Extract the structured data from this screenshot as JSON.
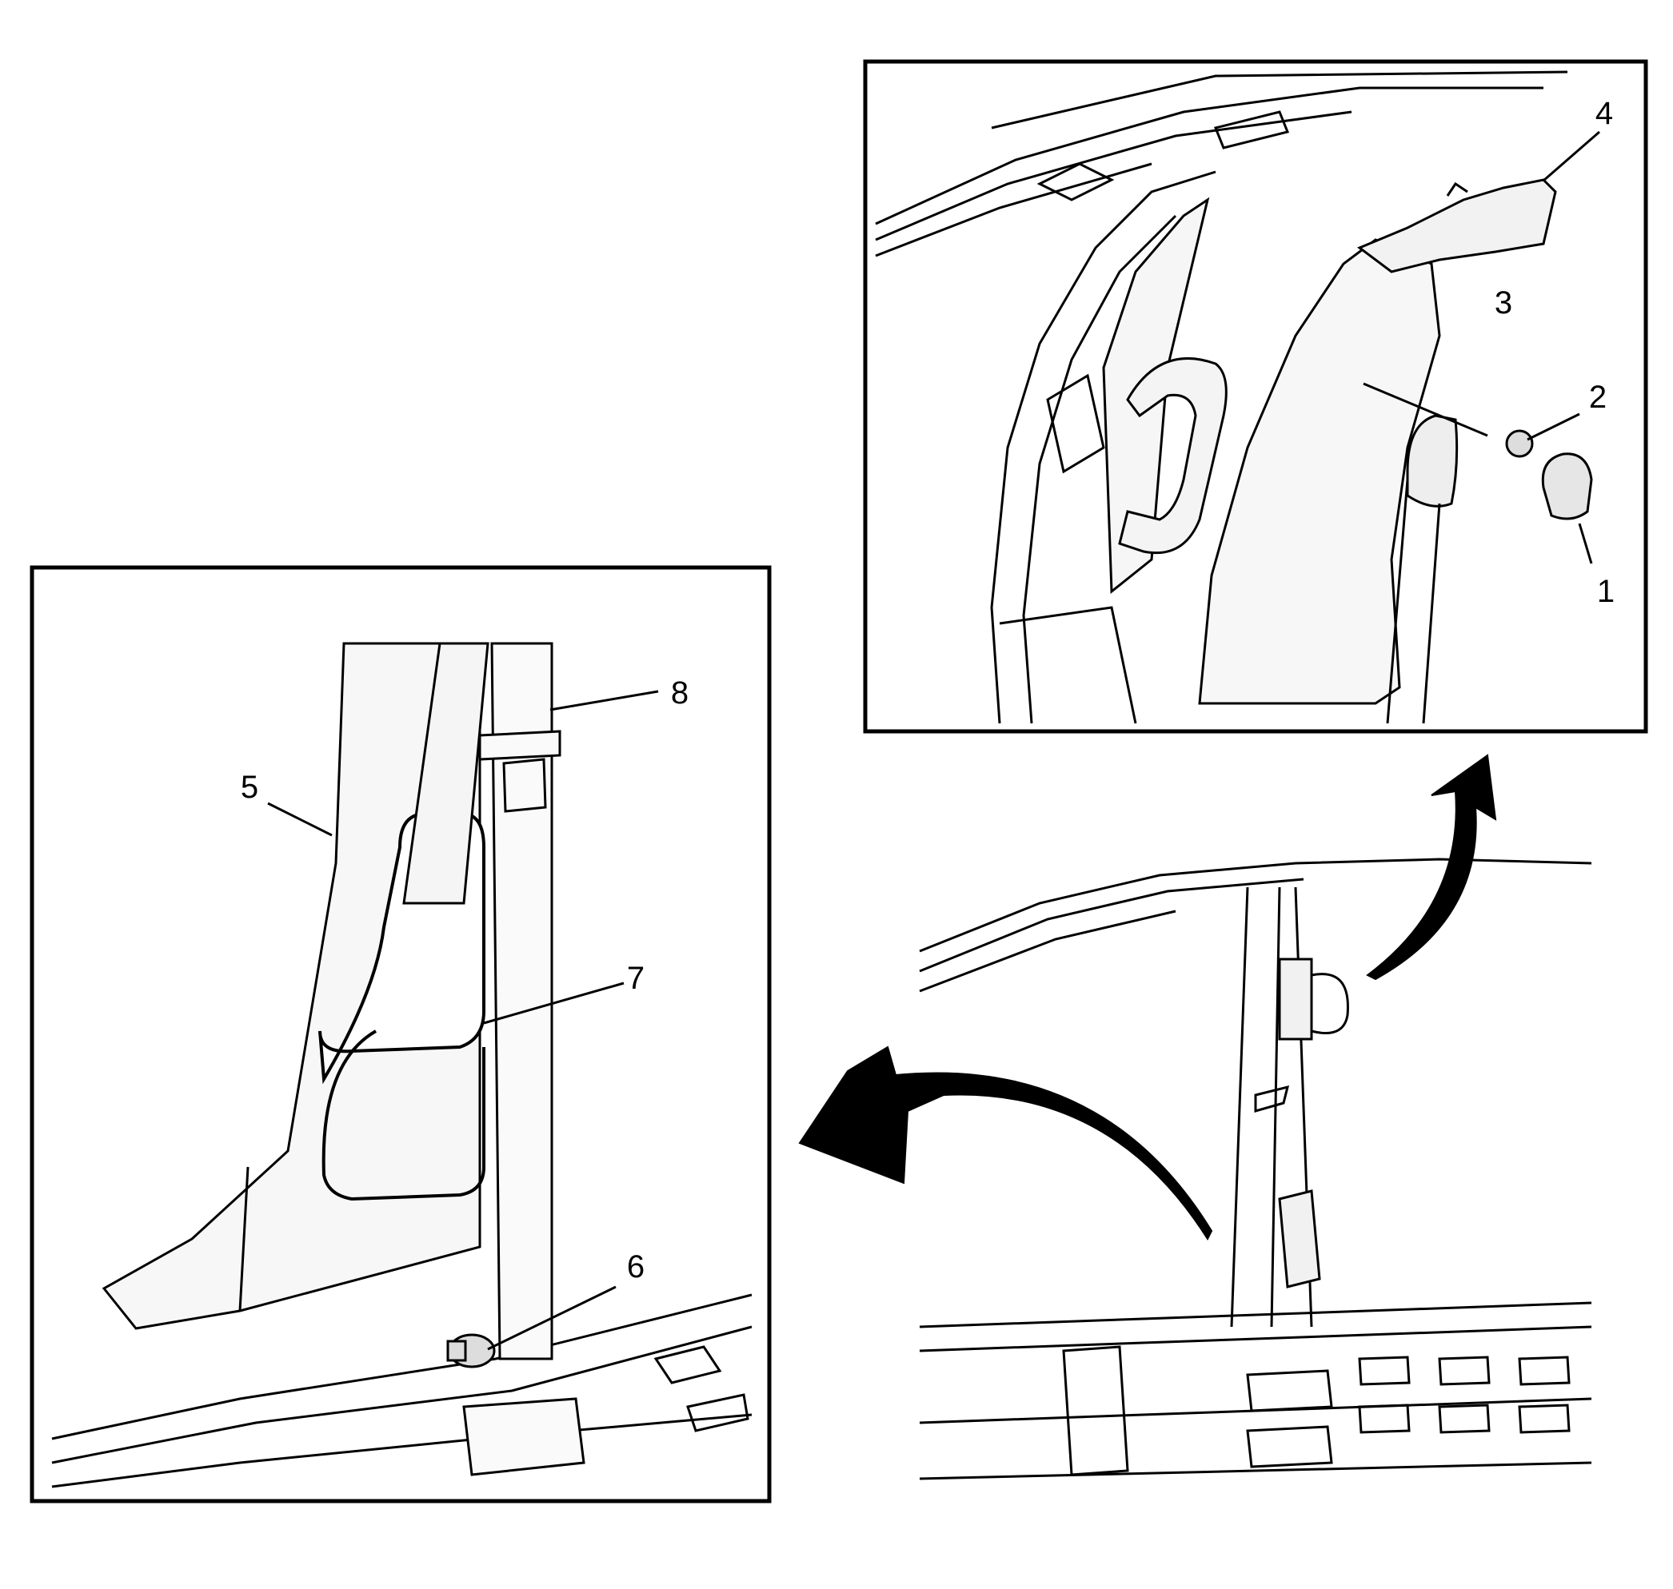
{
  "callouts": {
    "c1": "1",
    "c2": "2",
    "c3": "3",
    "c4": "4",
    "c5": "5",
    "c6": "6",
    "c7": "7",
    "c8": "8"
  },
  "colors": {
    "ink": "#000000",
    "paper": "#ffffff",
    "shade": "#f2f2f2"
  }
}
